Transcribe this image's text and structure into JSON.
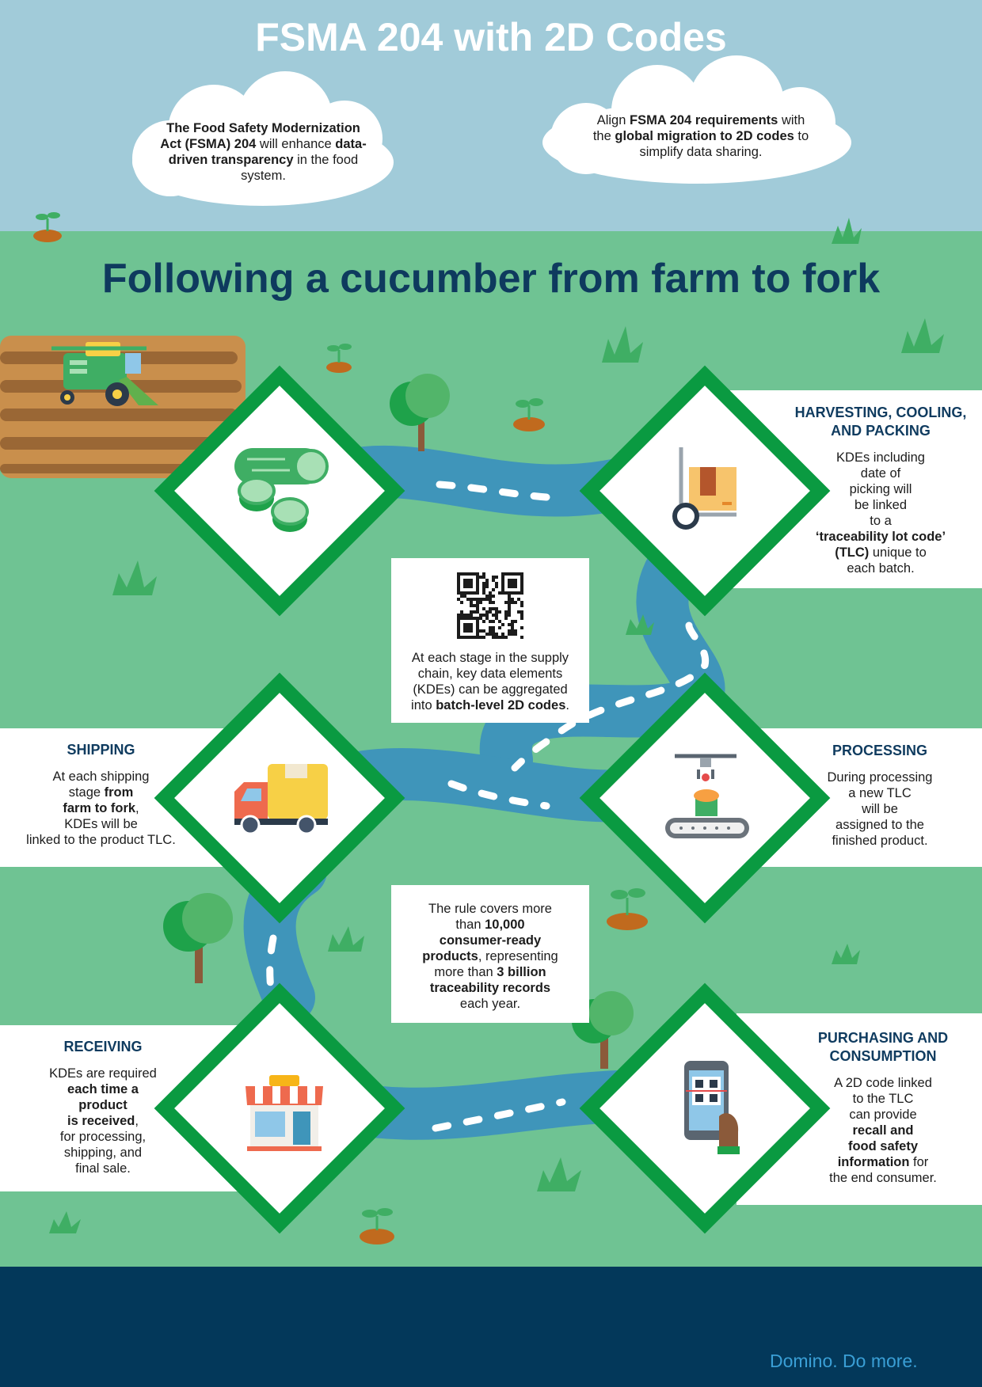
{
  "header": {
    "title": "FSMA 204 with 2D Codes",
    "cloud_left_html": "<b>The Food Safety Modernization Act (FSMA) 204</b> will enhance <b>data-driven transparency</b> in the food system.",
    "cloud_right_html": "Align <b>FSMA 204 requirements</b> with the <b>global migration to 2D codes</b> to simplify data sharing."
  },
  "subtitle": "Following a cucumber from farm to fork",
  "stages": {
    "harvesting": {
      "title_html": "HARVESTING, COOLING,<br>AND PACKING",
      "body_html": "KDEs including<br>date of<br>picking will<br>be linked<br>to a<br><b>‘traceability lot code’<br>(TLC)</b> unique to<br>each batch."
    },
    "shipping": {
      "title_html": "SHIPPING",
      "body_html": "At each shipping<br>stage <b>from<br>farm to fork</b>,<br>KDEs will be<br>linked to the product TLC."
    },
    "processing": {
      "title_html": "PROCESSING",
      "body_html": "During processing<br>a new TLC<br>will be<br>assigned to the<br>finished product."
    },
    "receiving": {
      "title_html": "RECEIVING",
      "body_html": "KDEs are required<br><b>each time a<br>product<br>is received</b>,<br>for processing,<br>shipping, and<br>final sale."
    },
    "purchasing": {
      "title_html": "PURCHASING AND<br>CONSUMPTION",
      "body_html": "A 2D code linked<br>to the TLC<br>can provide<br><b>recall and<br>food safety<br>information</b> for<br>the end consumer."
    }
  },
  "info_boxes": {
    "qr_box_html": "At each stage in the supply<br>chain, key data elements<br>(KDEs) can be aggregated<br>into <b>batch-level 2D codes</b>.",
    "stats_box_html": "The rule covers more<br>than <b>10,000<br>consumer-ready<br>products</b>, representing<br>more than <b>3 billion<br>traceability records</b><br>each year."
  },
  "footer": {
    "brand": "Domino. Do more."
  },
  "colors": {
    "sky": "#a1cbd9",
    "grass": "#6fc393",
    "road": "#3f95ba",
    "diamond": "#0a9a41",
    "navy": "#03385a",
    "heading": "#0e3a5e"
  }
}
